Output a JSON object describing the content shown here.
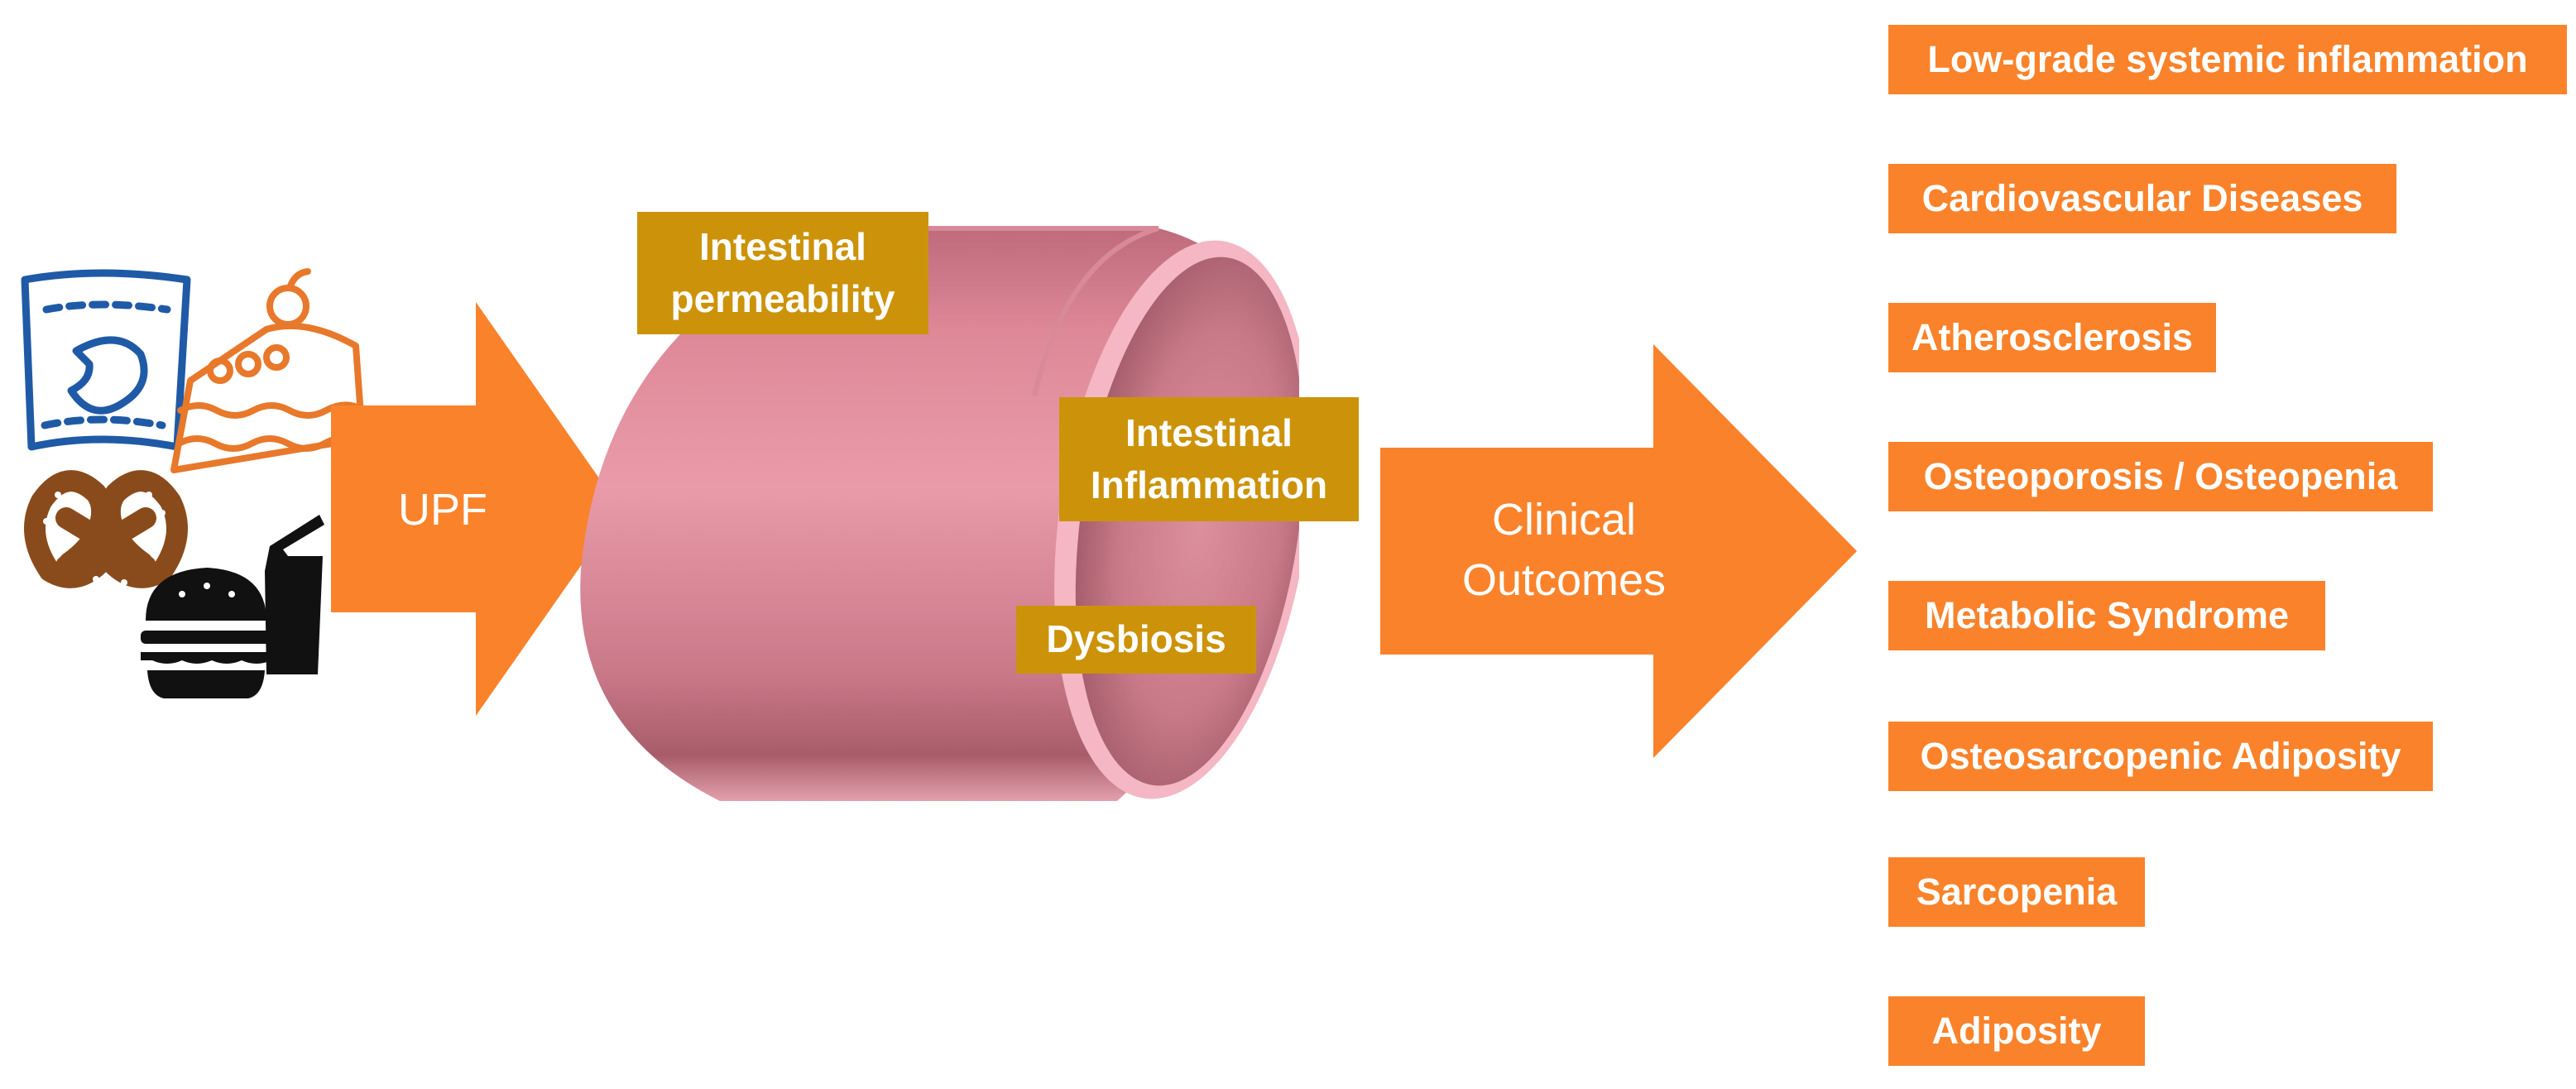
{
  "colors": {
    "arrow": "#fa822a",
    "label_box": "#cc930a",
    "tube": "#e08a98",
    "chips_bag": "#1f5aa6",
    "cake": "#e8782a",
    "pretzel": "#8a4b1c",
    "burger": "#111111"
  },
  "icons": [
    "chips-bag-icon",
    "cake-slice-icon",
    "pretzel-icon",
    "burger-drink-icon"
  ],
  "upf_arrow": {
    "label": "UPF"
  },
  "gut": {
    "permeability": [
      "Intestinal",
      "permeability"
    ],
    "inflammation": [
      "Intestinal",
      "Inflammation"
    ],
    "dysbiosis": "Dysbiosis"
  },
  "clinical_arrow": {
    "lines": [
      "Clinical",
      "Outcomes"
    ]
  },
  "outcomes": [
    "Low-grade systemic inflammation",
    "Cardiovascular Diseases",
    "Atherosclerosis",
    "Osteoporosis / Osteopenia",
    "Metabolic Syndrome",
    "Osteosarcopenic Adiposity",
    "Sarcopenia",
    "Adiposity"
  ]
}
